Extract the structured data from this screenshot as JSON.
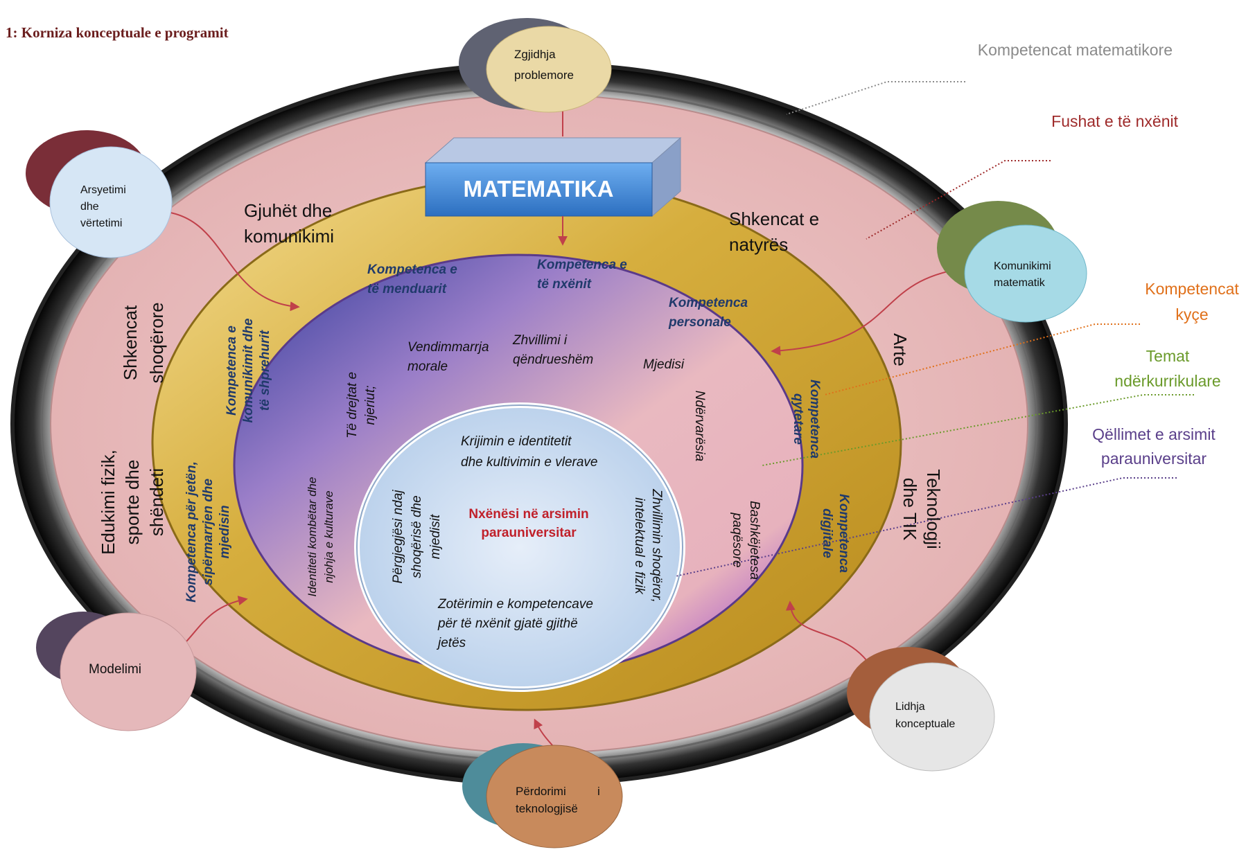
{
  "figure": {
    "caption": "1: Korniza konceptuale e programit"
  },
  "center_box": {
    "title": "MATEMATIKA"
  },
  "legend": {
    "math_competences": "Kompetencat matematikore",
    "learning_fields": "Fushat e të nxënit",
    "key_competences_line1": "Kompetencat",
    "key_competences_line2": "kyçe",
    "cross_themes_line1": "Temat",
    "cross_themes_line2": "ndërkurrikulare",
    "goals_line1": "Qëllimet e arsimit",
    "goals_line2": "parauniversitar"
  },
  "math_competences": {
    "problem_solving_line1": "Zgjidhja",
    "problem_solving_line2": "problemore",
    "reasoning_line1": "Arsyetimi",
    "reasoning_line2": "dhe",
    "reasoning_line3": "vërtetimi",
    "communication_line1": "Komunikimi",
    "communication_line2": "matematik",
    "modelling": "Modelimi",
    "conceptual_link_line1": "Lidhja",
    "conceptual_link_line2": "konceptuale",
    "technology_use_line1a": "Përdorimi",
    "technology_use_line1b": "i",
    "technology_use_line2": "teknologjisë"
  },
  "learning_fields": {
    "languages_line1": "Gjuhët dhe",
    "languages_line2": "komunikimi",
    "natural_sciences_line1": "Shkencat e",
    "natural_sciences_line2": "natyrës",
    "social_sciences_line1": "Shkencat",
    "social_sciences_line2": "shoqërore",
    "physical_ed_line1": "Edukimi fizik,",
    "physical_ed_line2": "sporte dhe",
    "physical_ed_line3": "shëndeti",
    "arts": "Arte",
    "technology_line1": "Teknologji",
    "technology_line2": "dhe TIK"
  },
  "key_competences": {
    "thinking_line1": "Kompetenca    e",
    "thinking_line2": "të menduarit",
    "learning_line1": "Kompetenca    e",
    "learning_line2": "të nxënit",
    "personal_line1": "Kompetenca",
    "personal_line2": "personale",
    "communication_line1": "Kompetenca e",
    "communication_line2": "komunikimit dhe",
    "communication_line3": "të shprehurit",
    "life_line1": "Kompetenca për jetën,",
    "life_line2": "sipërmarrjen  dhe",
    "life_line3": "mjedisin",
    "civic_line1": "Kompetenca",
    "civic_line2": "qytetare",
    "digital_line1": "Kompetenca",
    "digital_line2": "digjitale"
  },
  "cross_themes": {
    "moral_line1": "Vendimmarrja",
    "moral_line2": "morale",
    "sustainable_line1": "Zhvillimi i",
    "sustainable_line2": "qëndrueshëm",
    "environment": "Mjedisi",
    "interdependence": "Ndërvarësia",
    "human_rights_line1": "Të drejtat e",
    "human_rights_line2": "njeriut;",
    "identity_line1": "Identiteti kombëtar dhe",
    "identity_line2": "njohja e kulturave",
    "coexistence_line1": "Bashkëjetesa",
    "coexistence_line2": "paqësore"
  },
  "goals": {
    "center_line1": "Nxënësi në arsimin",
    "center_line2": "parauniversitar",
    "identity_line1": "Krijimin e identitetit",
    "identity_line2": "dhe kultivimin e vlerave",
    "responsibility_line1": "Përgjegjësi ndaj",
    "responsibility_line2": "shoqërisë dhe",
    "responsibility_line3": "mjedisit",
    "development_line1": "Zhvillimin shoqëror,",
    "development_line2": "intelektual e fizik",
    "lifelong_line1": "Zotërimin e kompetencave",
    "lifelong_line2": "për të nxënit gjatë gjithë",
    "lifelong_line3": "jetës"
  },
  "colors": {
    "caption": "#6b1e1e",
    "pink_ring": "#e8bcbc",
    "gold_ring": "#c9a030",
    "purple_ring": "#6a3fa8",
    "center_blue": "#d6e6f5",
    "box_blue": "#3f86d6",
    "competence_text": "#203a6b",
    "center_red": "#c0202a",
    "legend_gray": "#8a8a8a",
    "legend_red": "#9e2a2a",
    "legend_orange": "#e0701a",
    "legend_green": "#6a9a2a",
    "legend_purple": "#5a3f8a"
  }
}
